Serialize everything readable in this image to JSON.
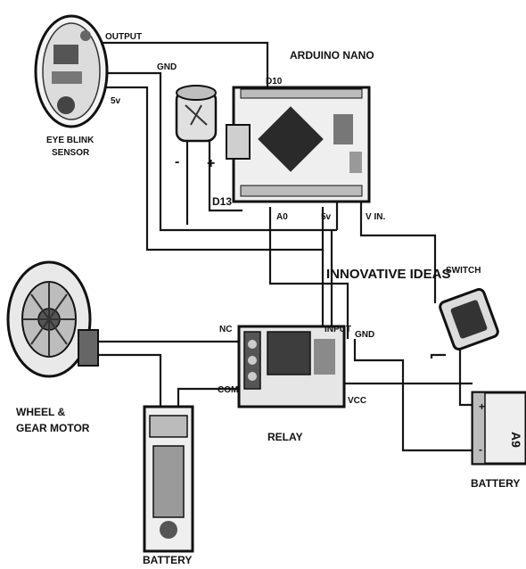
{
  "labels": {
    "arduino": "ARDUINO NANO",
    "d10": "D10",
    "d13": "D13",
    "a0": "A0",
    "five_v_nano": "5v",
    "vin": "V IN.",
    "output": "OUTPUT",
    "gnd_sensor": "GND",
    "five_v_sensor": "5v",
    "sensor_line1": "EYE BLINK",
    "sensor_line2": "SENSOR",
    "minus": "-",
    "plus": "+",
    "watermark": "INNOVATIVE IDEAS",
    "switch": "SWITCH",
    "nc": "NC",
    "com": "COM",
    "input": "INPUT",
    "gnd_relay": "GND",
    "vcc": "VCC",
    "relay": "RELAY",
    "motor_line1": "WHEEL &",
    "motor_line2": "GEAR MOTOR",
    "battery_motor": "BATTERY",
    "battery_main": "BATTERY",
    "battery_mark": "A9"
  }
}
